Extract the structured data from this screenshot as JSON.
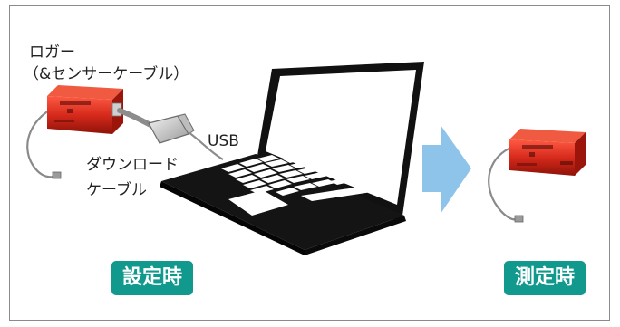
{
  "labels": {
    "logger_line1": "ロガー",
    "logger_line2": "（&センサーケーブル）",
    "usb": "USB",
    "cable_line1": "ダウンロード",
    "cable_line2": "ケーブル",
    "setup_badge": "設定時",
    "measure_badge": "測定時"
  },
  "colors": {
    "badge": "#11998e",
    "arrow": "#8ec4ea",
    "logger_red": "#d62a1c",
    "laptop": "#111111"
  },
  "icons": {
    "flow_arrow": "right-arrow",
    "laptop": "laptop-icon",
    "logger": "logger-device"
  }
}
